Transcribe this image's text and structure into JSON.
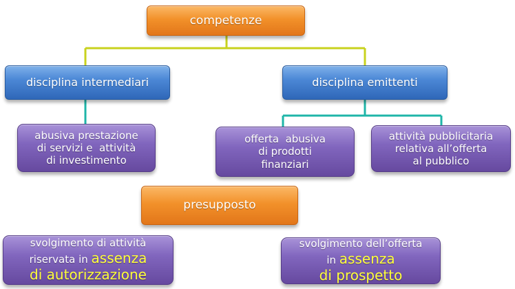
{
  "colors": {
    "root_connector": "#c8d21e",
    "branch_connector": "#1fb5a8",
    "orange": "#f2912a",
    "blue": "#4c88d6",
    "purple": "#8166be",
    "highlight": "#ffff3c"
  },
  "root": {
    "label": "competenze"
  },
  "intermediari": {
    "label": "disciplina intermediari"
  },
  "emittenti": {
    "label": "disciplina emittenti"
  },
  "abusiva_prestazione": {
    "line1": "abusiva prestazione",
    "line2": "di servizi e  attività",
    "line3": "di investimento"
  },
  "offerta_abusiva": {
    "line1": "offerta  abusiva",
    "line2": "di prodotti",
    "line3": "finanziari"
  },
  "attivita_pubblicitaria": {
    "line1": "attività pubblicitaria",
    "line2": "relativa all’offerta",
    "line3": "al pubblico"
  },
  "presupposto": {
    "label": "presupposto"
  },
  "svolgimento_attivita": {
    "line1": "svolgimento di attività",
    "line2_prefix": "riservata in ",
    "line2_highlight": "assenza",
    "line3_highlight": "di autorizzazione"
  },
  "svolgimento_offerta": {
    "line1": "svolgimento dell’offerta",
    "line2_prefix": "in ",
    "line2_highlight": "assenza",
    "line3_highlight": "di prospetto"
  }
}
